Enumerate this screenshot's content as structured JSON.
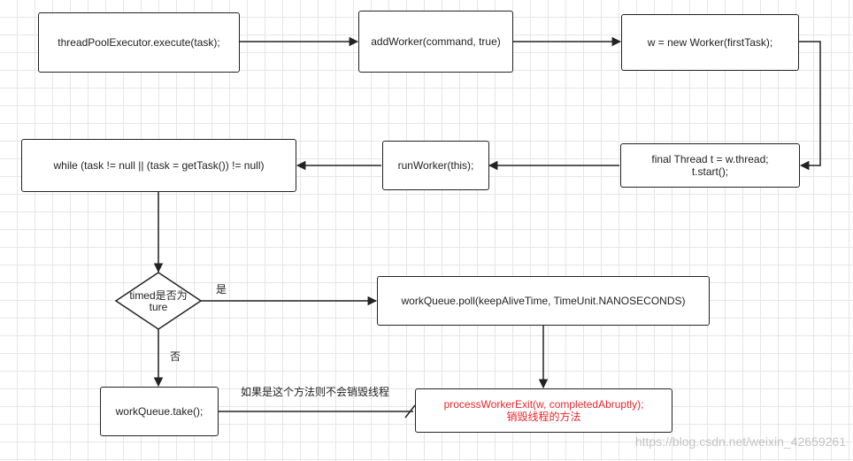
{
  "nodes": {
    "execute": "threadPoolExecutor.execute(task);",
    "add_worker": "addWorker(command, true)",
    "new_worker": "w = new Worker(firstTask);",
    "thread_start_line1": "final Thread t = w.thread;",
    "thread_start_line2": "t.start();",
    "run_worker": "runWorker(this);",
    "while_loop": "while (task != null || (task = getTask()) != null)",
    "timed_decision_line1": "timed是否为",
    "timed_decision_line2": "ture",
    "poll": "workQueue.poll(keepAliveTime, TimeUnit.NANOSECONDS)",
    "take": "workQueue.take();",
    "exit_line1": "processWorkerExit(w, completedAbruptly);",
    "exit_line2": "销毁线程的方法"
  },
  "edges": {
    "yes_label": "是",
    "no_label": "否",
    "take_note": "如果是这个方法则不会销毁线程"
  },
  "watermark": "https://blog.csdn.net/weixin_42659261",
  "colors": {
    "stroke": "#222222",
    "highlight_text": "#e8242b",
    "grid": "#e6e6e6"
  }
}
